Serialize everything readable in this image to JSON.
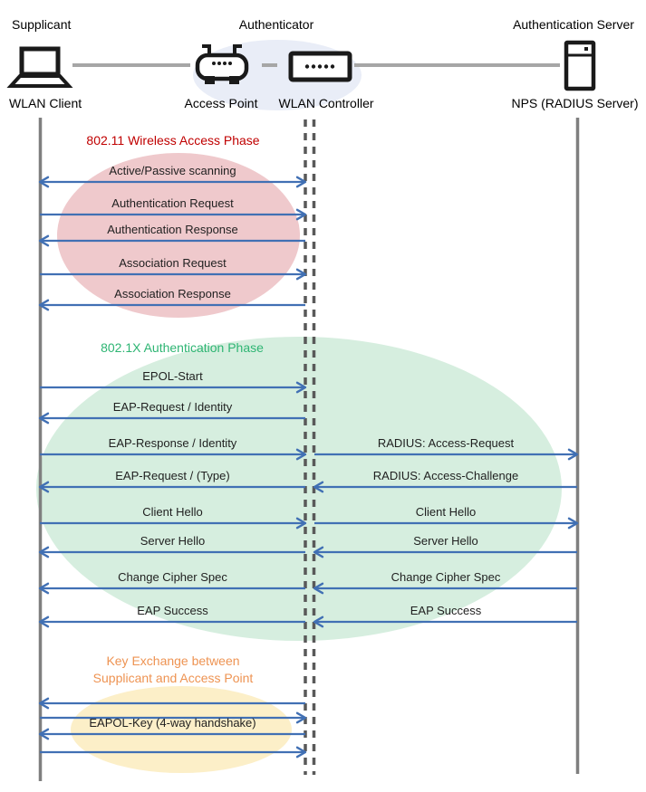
{
  "header": {
    "roles": [
      {
        "label": "Supplicant"
      },
      {
        "label": "Authenticator"
      },
      {
        "label": "Authentication Server"
      }
    ],
    "devices": [
      {
        "label": "WLAN Client",
        "icon": "laptop-icon"
      },
      {
        "label": "Access Point",
        "icon": "access-point-icon"
      },
      {
        "label": "WLAN Controller",
        "icon": "wlan-controller-icon"
      },
      {
        "label": "NPS (RADIUS Server)",
        "icon": "server-icon"
      }
    ]
  },
  "phases": [
    {
      "title": "802.11 Wireless Access Phase",
      "title_color": "#C00000",
      "ellipse_color": "#EFC9CC"
    },
    {
      "title": "802.1X Authentication Phase",
      "title_color": "#2EB573",
      "ellipse_color": "#D6EEDF"
    },
    {
      "title": "Key Exchange between\nSupplicant and Access Point",
      "title_color": "#EE9352",
      "ellipse_color": "#FCEFC8"
    }
  ],
  "messages": [
    {
      "label": "Active/Passive scanning",
      "segment": "left",
      "direction": "both"
    },
    {
      "label": "Authentication Request",
      "segment": "left",
      "direction": "right"
    },
    {
      "label": "Authentication Response",
      "segment": "left",
      "direction": "left"
    },
    {
      "label": "Association Request",
      "segment": "left",
      "direction": "right"
    },
    {
      "label": "Association Response",
      "segment": "left",
      "direction": "left"
    },
    {
      "label": "EPOL-Start",
      "segment": "left",
      "direction": "right"
    },
    {
      "label": "EAP-Request / Identity",
      "segment": "left",
      "direction": "left"
    },
    {
      "label": "EAP-Response / Identity",
      "segment": "left",
      "direction": "right"
    },
    {
      "label": "RADIUS: Access-Request",
      "segment": "right",
      "direction": "right"
    },
    {
      "label": "EAP-Request / (Type)",
      "segment": "left",
      "direction": "left"
    },
    {
      "label": "RADIUS: Access-Challenge",
      "segment": "right",
      "direction": "left"
    },
    {
      "label": "Client Hello",
      "segment": "left",
      "direction": "right"
    },
    {
      "label": "Client Hello",
      "segment": "right",
      "direction": "right"
    },
    {
      "label": "Server Hello",
      "segment": "left",
      "direction": "left"
    },
    {
      "label": "Server Hello",
      "segment": "right",
      "direction": "left"
    },
    {
      "label": "Change Cipher Spec",
      "segment": "left",
      "direction": "left"
    },
    {
      "label": "Change Cipher Spec",
      "segment": "right",
      "direction": "left"
    },
    {
      "label": "EAP Success",
      "segment": "left",
      "direction": "left"
    },
    {
      "label": "EAP Success",
      "segment": "right",
      "direction": "left"
    },
    {
      "label": "",
      "segment": "left",
      "direction": "left"
    },
    {
      "label": "",
      "segment": "left",
      "direction": "right"
    },
    {
      "label": "EAPOL-Key (4-way handshake)",
      "segment": "left",
      "direction": "left"
    },
    {
      "label": "",
      "segment": "left",
      "direction": "right"
    }
  ],
  "colors": {
    "arrow": "#4170B4",
    "lifeline": "#7F7F7F",
    "controller_lifeline": "#595959",
    "connector": "#A6A6A6",
    "icon": "#1A1A1A",
    "label_text": "#1F1F1F",
    "authenticator_ellipse": "#E9EDF7"
  }
}
